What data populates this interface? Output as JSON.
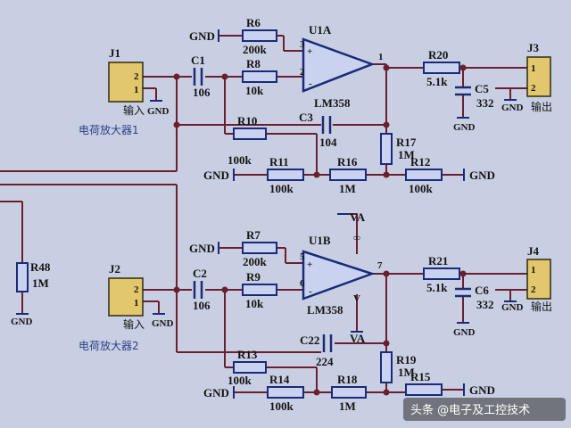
{
  "labels": {
    "j1": "J1",
    "j1_pin2": "2",
    "j1_pin1": "1",
    "j1_in": "输入",
    "j1_gnd": "GND",
    "amp1": "电荷放大器1",
    "c1": "C1",
    "c1_val": "106",
    "r6": "R6",
    "r6_val": "200k",
    "gnd_r6": "GND",
    "r8": "R8",
    "r8_val": "10k",
    "u1a": "U1A",
    "u1a_plus": "+",
    "u1a_minus": "-",
    "u1a_p3": "3",
    "u1a_p2": "2",
    "u1a_p1": "1",
    "u1a_part": "LM358",
    "r20": "R20",
    "r20_val": "5.1k",
    "c5": "C5",
    "c5_val": "332",
    "c5_gnd": "GND",
    "j3": "J3",
    "j3_pin1": "1",
    "j3_pin2": "2",
    "j3_gnd": "GND",
    "j3_out": "输出",
    "c3": "C3",
    "c3_val": "104",
    "r10": "R10",
    "r10_val": "100k",
    "r17": "R17",
    "r17_val": "1M",
    "gnd_mid1": "GND",
    "r11": "R11",
    "r11_val": "100k",
    "r16": "R16",
    "r16_val": "1M",
    "r12": "R12",
    "r12_val": "100k",
    "gnd_r12": "GND",
    "r48": "R48",
    "r48_val": "1M",
    "r48_gnd": "GND",
    "va_top": "VA",
    "va_inf": "∞",
    "j2": "J2",
    "j2_pin2": "2",
    "j2_pin1": "1",
    "j2_in": "输入",
    "j2_gnd": "GND",
    "amp2": "电荷放大器2",
    "c2": "C2",
    "c2_val": "106",
    "r7": "R7",
    "r7_val": "200k",
    "gnd_r7": "GND",
    "r9": "R9",
    "r9_val": "10k",
    "u1b": "U1B",
    "u1b_plus": "+",
    "u1b_minus": "-",
    "u1b_p5": "5",
    "u1b_p6": "6",
    "u1b_p7": "7",
    "u1b_part": "LM358",
    "va_bot": "VA",
    "va_v": "V",
    "r21": "R21",
    "r21_val": "5.1k",
    "c6": "C6",
    "c6_val": "332",
    "c6_gnd": "GND",
    "j4": "J4",
    "j4_pin1": "1",
    "j4_pin2": "2",
    "j4_gnd": "GND",
    "j4_out": "输出",
    "c22": "C22",
    "c22_val": "224",
    "r19": "R19",
    "r19_val": "1M",
    "r13": "R13",
    "r13_val": "100k",
    "gnd_mid2": "GND",
    "r14": "R14",
    "r14_val": "100k",
    "r18": "R18",
    "r18_val": "1M",
    "r15": "R15",
    "gnd_r15": "GND"
  },
  "watermark": "头条 @电子及工控技术",
  "colors": {
    "paper": "#c9cfe3",
    "wire": "#6b1f2e",
    "component": "#1a2a78",
    "resistor_fill": "#c9d3ef",
    "connector": "#e3c76c",
    "junction": "#6b1f2e"
  }
}
